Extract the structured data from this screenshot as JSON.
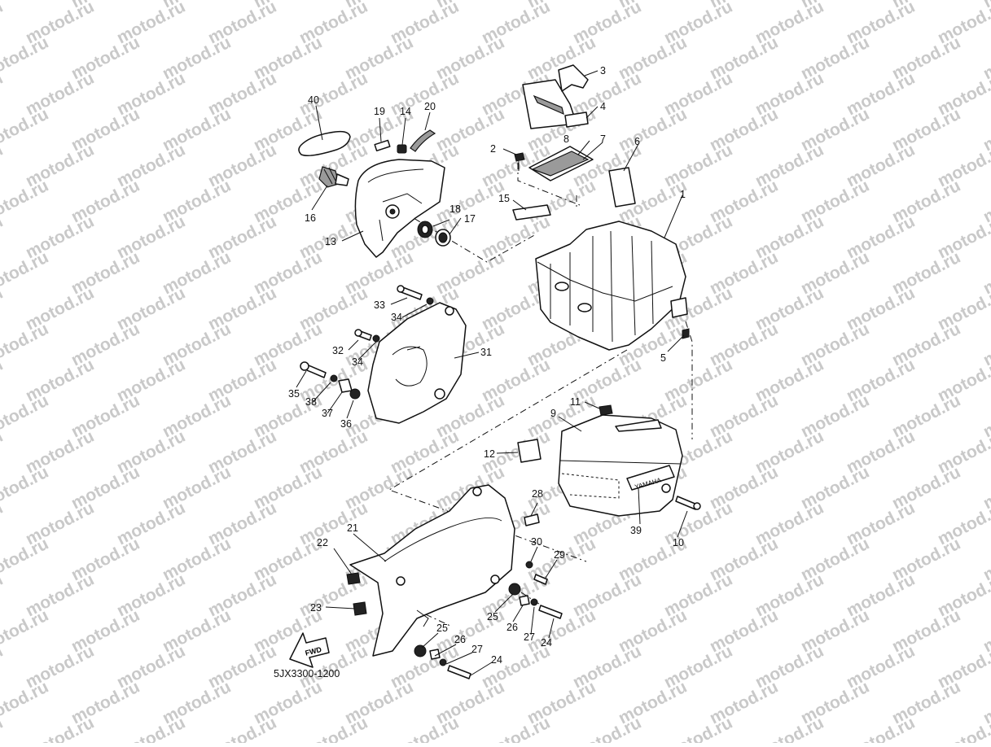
{
  "watermark": {
    "text": "motod.ru"
  },
  "drawing_code": "5JX3300-1200",
  "fwd_label": "FWD",
  "brand_label": "YAMAHA",
  "callouts": [
    {
      "id": "p1",
      "label": "1"
    },
    {
      "id": "p2",
      "label": "2"
    },
    {
      "id": "p3",
      "label": "3"
    },
    {
      "id": "p4",
      "label": "4"
    },
    {
      "id": "p5",
      "label": "5"
    },
    {
      "id": "p6",
      "label": "6"
    },
    {
      "id": "p7",
      "label": "7"
    },
    {
      "id": "p8",
      "label": "8"
    },
    {
      "id": "p9",
      "label": "9"
    },
    {
      "id": "p10",
      "label": "10"
    },
    {
      "id": "p11",
      "label": "11"
    },
    {
      "id": "p12",
      "label": "12"
    },
    {
      "id": "p13",
      "label": "13"
    },
    {
      "id": "p14",
      "label": "14"
    },
    {
      "id": "p15",
      "label": "15"
    },
    {
      "id": "p16",
      "label": "16"
    },
    {
      "id": "p17",
      "label": "17"
    },
    {
      "id": "p18",
      "label": "18"
    },
    {
      "id": "p19",
      "label": "19"
    },
    {
      "id": "p20",
      "label": "20"
    },
    {
      "id": "p21",
      "label": "21"
    },
    {
      "id": "p22",
      "label": "22"
    },
    {
      "id": "p23",
      "label": "23"
    },
    {
      "id": "p24a",
      "label": "24"
    },
    {
      "id": "p24b",
      "label": "24"
    },
    {
      "id": "p25a",
      "label": "25"
    },
    {
      "id": "p25b",
      "label": "25"
    },
    {
      "id": "p26a",
      "label": "26"
    },
    {
      "id": "p26b",
      "label": "26"
    },
    {
      "id": "p27a",
      "label": "27"
    },
    {
      "id": "p27b",
      "label": "27"
    },
    {
      "id": "p28",
      "label": "28"
    },
    {
      "id": "p29",
      "label": "29"
    },
    {
      "id": "p30",
      "label": "30"
    },
    {
      "id": "p31",
      "label": "31"
    },
    {
      "id": "p32",
      "label": "32"
    },
    {
      "id": "p33",
      "label": "33"
    },
    {
      "id": "p34a",
      "label": "34"
    },
    {
      "id": "p34b",
      "label": "34"
    },
    {
      "id": "p35",
      "label": "35"
    },
    {
      "id": "p36",
      "label": "36"
    },
    {
      "id": "p37",
      "label": "37"
    },
    {
      "id": "p38",
      "label": "38"
    },
    {
      "id": "p39",
      "label": "39"
    },
    {
      "id": "p40",
      "label": "40"
    }
  ]
}
